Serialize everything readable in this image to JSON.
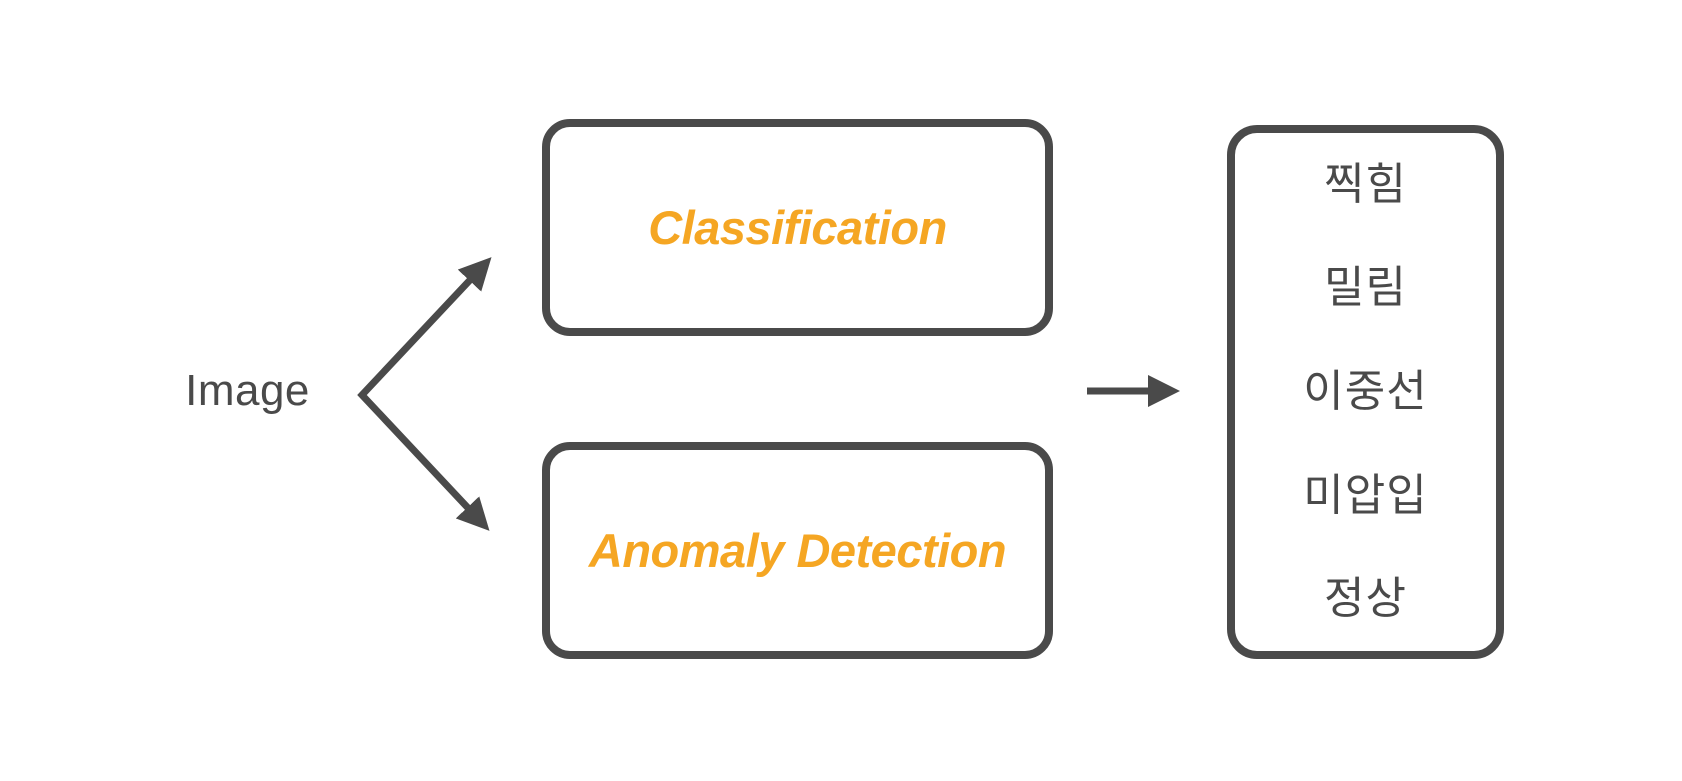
{
  "diagram": {
    "input_label": "Image",
    "branches": [
      {
        "label": "Classification"
      },
      {
        "label": "Anomaly Detection"
      }
    ],
    "output_box": {
      "items": [
        "찍힘",
        "밀림",
        "이중선",
        "미압입",
        "정상"
      ]
    },
    "icons": {
      "branch_arrows": "fork-arrows-icon",
      "output_arrow": "right-arrow-icon"
    },
    "colors": {
      "accent_orange": "#F5A623",
      "line_gray": "#4A4A4A",
      "background": "#FFFFFF"
    }
  }
}
